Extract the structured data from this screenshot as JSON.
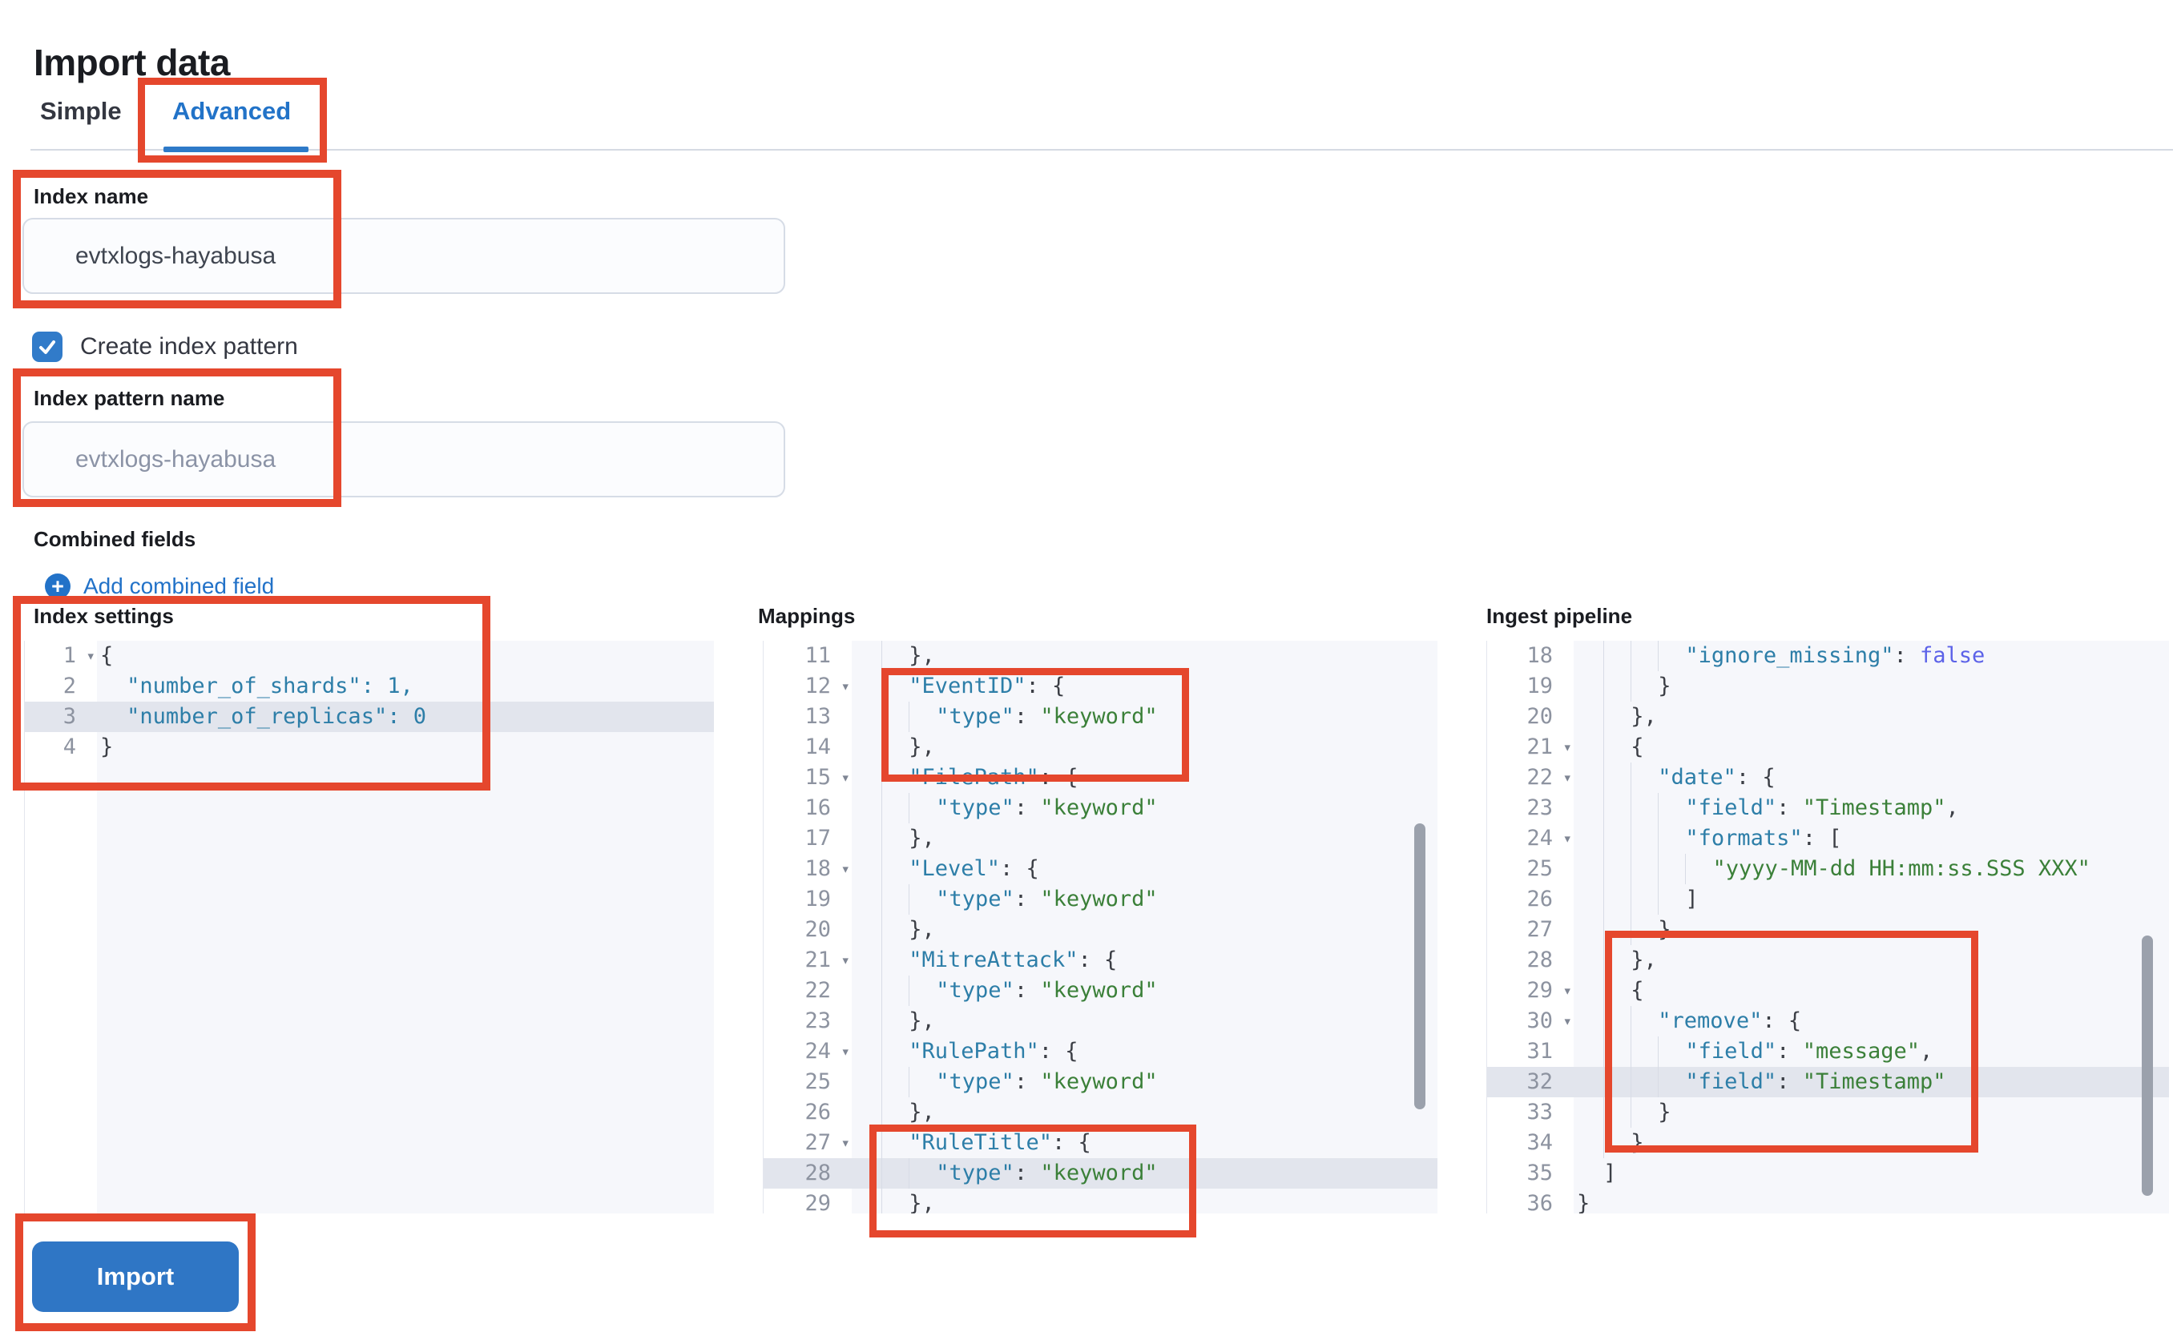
{
  "page": {
    "title": "Import data"
  },
  "tabs": [
    {
      "label": "Simple",
      "active": false
    },
    {
      "label": "Advanced",
      "active": true
    }
  ],
  "form": {
    "index_name": {
      "label": "Index name",
      "value": "evtxlogs-hayabusa"
    },
    "create_index_pattern": {
      "label": "Create index pattern",
      "checked": true
    },
    "index_pattern_name": {
      "label": "Index pattern name",
      "placeholder": "evtxlogs-hayabusa"
    },
    "combined_fields": {
      "label": "Combined fields",
      "add_link": "Add combined field"
    }
  },
  "actions": {
    "import_label": "Import"
  },
  "colors": {
    "annotation_red": "#e5472d",
    "primary_blue": "#2272c8",
    "button_blue": "#2f76c5",
    "code_key": "#2d7ea8",
    "code_string": "#3b8039",
    "code_boolean": "#5c62e8",
    "active_line": "#e2e5ed"
  },
  "editors": [
    {
      "name": "index-settings",
      "title": "Index settings",
      "lines": [
        {
          "n": 1,
          "fold": true,
          "indent": 0,
          "tokens": [
            [
              "pun",
              "{"
            ]
          ]
        },
        {
          "n": 2,
          "indent": 2,
          "tokens": [
            [
              "key",
              "\"number_of_shards\": "
            ],
            [
              "num",
              "1,"
            ]
          ]
        },
        {
          "n": 3,
          "indent": 2,
          "active": true,
          "tokens": [
            [
              "key",
              "\"number_of_replicas\": "
            ],
            [
              "num",
              "0"
            ]
          ]
        },
        {
          "n": 4,
          "indent": 0,
          "tokens": [
            [
              "pun",
              "}"
            ]
          ]
        }
      ]
    },
    {
      "name": "mappings",
      "title": "Mappings",
      "lines": [
        {
          "n": 11,
          "indent": 4,
          "tokens": [
            [
              "pun",
              "},"
            ]
          ]
        },
        {
          "n": 12,
          "fold": true,
          "indent": 4,
          "tokens": [
            [
              "key",
              "\"EventID\""
            ],
            [
              "pun",
              ": {"
            ]
          ]
        },
        {
          "n": 13,
          "indent": 6,
          "tokens": [
            [
              "key",
              "\"type\""
            ],
            [
              "pun",
              ": "
            ],
            [
              "str",
              "\"keyword\""
            ]
          ]
        },
        {
          "n": 14,
          "indent": 4,
          "tokens": [
            [
              "pun",
              "},"
            ]
          ]
        },
        {
          "n": 15,
          "fold": true,
          "indent": 4,
          "tokens": [
            [
              "key",
              "\"FilePath\""
            ],
            [
              "pun",
              ": {"
            ]
          ]
        },
        {
          "n": 16,
          "indent": 6,
          "tokens": [
            [
              "key",
              "\"type\""
            ],
            [
              "pun",
              ": "
            ],
            [
              "str",
              "\"keyword\""
            ]
          ]
        },
        {
          "n": 17,
          "indent": 4,
          "tokens": [
            [
              "pun",
              "},"
            ]
          ]
        },
        {
          "n": 18,
          "fold": true,
          "indent": 4,
          "tokens": [
            [
              "key",
              "\"Level\""
            ],
            [
              "pun",
              ": {"
            ]
          ]
        },
        {
          "n": 19,
          "indent": 6,
          "tokens": [
            [
              "key",
              "\"type\""
            ],
            [
              "pun",
              ": "
            ],
            [
              "str",
              "\"keyword\""
            ]
          ]
        },
        {
          "n": 20,
          "indent": 4,
          "tokens": [
            [
              "pun",
              "},"
            ]
          ]
        },
        {
          "n": 21,
          "fold": true,
          "indent": 4,
          "tokens": [
            [
              "key",
              "\"MitreAttack\""
            ],
            [
              "pun",
              ": {"
            ]
          ]
        },
        {
          "n": 22,
          "indent": 6,
          "tokens": [
            [
              "key",
              "\"type\""
            ],
            [
              "pun",
              ": "
            ],
            [
              "str",
              "\"keyword\""
            ]
          ]
        },
        {
          "n": 23,
          "indent": 4,
          "tokens": [
            [
              "pun",
              "},"
            ]
          ]
        },
        {
          "n": 24,
          "fold": true,
          "indent": 4,
          "tokens": [
            [
              "key",
              "\"RulePath\""
            ],
            [
              "pun",
              ": {"
            ]
          ]
        },
        {
          "n": 25,
          "indent": 6,
          "tokens": [
            [
              "key",
              "\"type\""
            ],
            [
              "pun",
              ": "
            ],
            [
              "str",
              "\"keyword\""
            ]
          ]
        },
        {
          "n": 26,
          "indent": 4,
          "tokens": [
            [
              "pun",
              "},"
            ]
          ]
        },
        {
          "n": 27,
          "fold": true,
          "indent": 4,
          "tokens": [
            [
              "key",
              "\"RuleTitle\""
            ],
            [
              "pun",
              ": {"
            ]
          ]
        },
        {
          "n": 28,
          "indent": 6,
          "active": true,
          "tokens": [
            [
              "key",
              "\"type\""
            ],
            [
              "pun",
              ": "
            ],
            [
              "str",
              "\"keyword\""
            ]
          ]
        },
        {
          "n": 29,
          "indent": 4,
          "tokens": [
            [
              "pun",
              "},"
            ]
          ]
        }
      ]
    },
    {
      "name": "ingest-pipeline",
      "title": "Ingest pipeline",
      "lines": [
        {
          "n": 18,
          "indent": 8,
          "tokens": [
            [
              "key",
              "\"ignore_missing\""
            ],
            [
              "pun",
              ": "
            ],
            [
              "bool",
              "false"
            ]
          ]
        },
        {
          "n": 19,
          "indent": 6,
          "tokens": [
            [
              "pun",
              "}"
            ]
          ]
        },
        {
          "n": 20,
          "indent": 4,
          "tokens": [
            [
              "pun",
              "},"
            ]
          ]
        },
        {
          "n": 21,
          "fold": true,
          "indent": 4,
          "tokens": [
            [
              "pun",
              "{"
            ]
          ]
        },
        {
          "n": 22,
          "fold": true,
          "indent": 6,
          "tokens": [
            [
              "key",
              "\"date\""
            ],
            [
              "pun",
              ": {"
            ]
          ]
        },
        {
          "n": 23,
          "indent": 8,
          "tokens": [
            [
              "key",
              "\"field\""
            ],
            [
              "pun",
              ": "
            ],
            [
              "str",
              "\"Timestamp\""
            ],
            [
              "pun",
              ","
            ]
          ]
        },
        {
          "n": 24,
          "fold": true,
          "indent": 8,
          "tokens": [
            [
              "key",
              "\"formats\""
            ],
            [
              "pun",
              ": ["
            ]
          ]
        },
        {
          "n": 25,
          "indent": 10,
          "tokens": [
            [
              "str",
              "\"yyyy-MM-dd HH:mm:ss.SSS XXX\""
            ]
          ]
        },
        {
          "n": 26,
          "indent": 8,
          "tokens": [
            [
              "pun",
              "]"
            ]
          ]
        },
        {
          "n": 27,
          "indent": 6,
          "tokens": [
            [
              "pun",
              "}"
            ]
          ]
        },
        {
          "n": 28,
          "indent": 4,
          "tokens": [
            [
              "pun",
              "},"
            ]
          ]
        },
        {
          "n": 29,
          "fold": true,
          "indent": 4,
          "tokens": [
            [
              "pun",
              "{"
            ]
          ]
        },
        {
          "n": 30,
          "fold": true,
          "indent": 6,
          "tokens": [
            [
              "key",
              "\"remove\""
            ],
            [
              "pun",
              ": {"
            ]
          ]
        },
        {
          "n": 31,
          "indent": 8,
          "tokens": [
            [
              "key",
              "\"field\""
            ],
            [
              "pun",
              ": "
            ],
            [
              "str",
              "\"message\""
            ],
            [
              "pun",
              ","
            ]
          ]
        },
        {
          "n": 32,
          "indent": 8,
          "active": true,
          "tokens": [
            [
              "key",
              "\"field\""
            ],
            [
              "pun",
              ": "
            ],
            [
              "str",
              "\"Timestamp\""
            ]
          ]
        },
        {
          "n": 33,
          "indent": 6,
          "tokens": [
            [
              "pun",
              "}"
            ]
          ]
        },
        {
          "n": 34,
          "indent": 4,
          "tokens": [
            [
              "pun",
              "}"
            ]
          ]
        },
        {
          "n": 35,
          "indent": 2,
          "tokens": [
            [
              "pun",
              "]"
            ]
          ]
        },
        {
          "n": 36,
          "indent": 0,
          "tokens": [
            [
              "pun",
              "}"
            ]
          ]
        }
      ]
    }
  ]
}
